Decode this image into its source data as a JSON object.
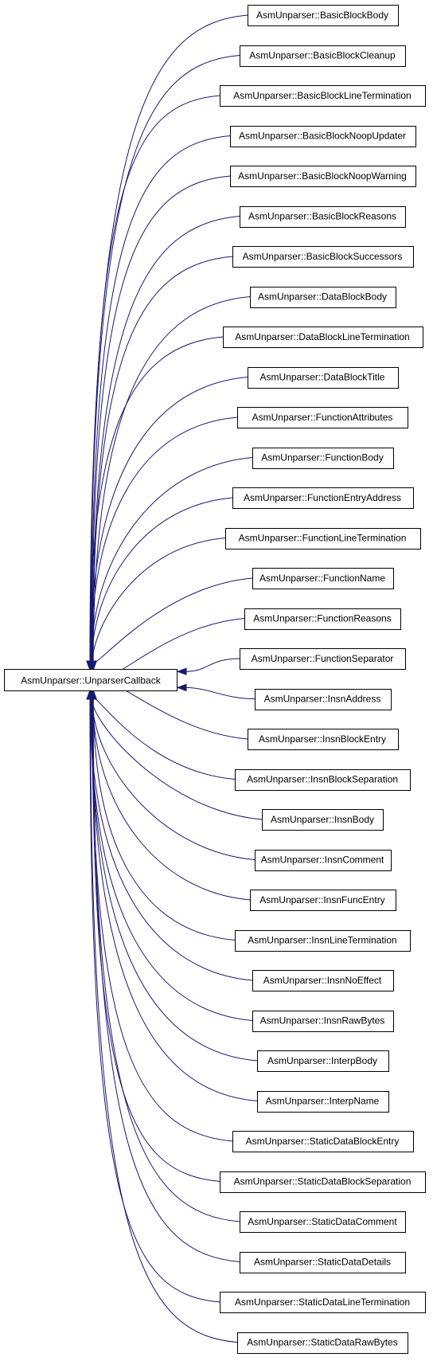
{
  "root": {
    "label": "AsmUnparser::UnparserCallback"
  },
  "children": [
    {
      "label": "AsmUnparser::BasicBlockBody"
    },
    {
      "label": "AsmUnparser::BasicBlockCleanup"
    },
    {
      "label": "AsmUnparser::BasicBlockLineTermination"
    },
    {
      "label": "AsmUnparser::BasicBlockNoopUpdater"
    },
    {
      "label": "AsmUnparser::BasicBlockNoopWarning"
    },
    {
      "label": "AsmUnparser::BasicBlockReasons"
    },
    {
      "label": "AsmUnparser::BasicBlockSuccessors"
    },
    {
      "label": "AsmUnparser::DataBlockBody"
    },
    {
      "label": "AsmUnparser::DataBlockLineTermination"
    },
    {
      "label": "AsmUnparser::DataBlockTitle"
    },
    {
      "label": "AsmUnparser::FunctionAttributes"
    },
    {
      "label": "AsmUnparser::FunctionBody"
    },
    {
      "label": "AsmUnparser::FunctionEntryAddress"
    },
    {
      "label": "AsmUnparser::FunctionLineTermination"
    },
    {
      "label": "AsmUnparser::FunctionName"
    },
    {
      "label": "AsmUnparser::FunctionReasons"
    },
    {
      "label": "AsmUnparser::FunctionSeparator"
    },
    {
      "label": "AsmUnparser::InsnAddress"
    },
    {
      "label": "AsmUnparser::InsnBlockEntry"
    },
    {
      "label": "AsmUnparser::InsnBlockSeparation"
    },
    {
      "label": "AsmUnparser::InsnBody"
    },
    {
      "label": "AsmUnparser::InsnComment"
    },
    {
      "label": "AsmUnparser::InsnFuncEntry"
    },
    {
      "label": "AsmUnparser::InsnLineTermination"
    },
    {
      "label": "AsmUnparser::InsnNoEffect"
    },
    {
      "label": "AsmUnparser::InsnRawBytes"
    },
    {
      "label": "AsmUnparser::InterpBody"
    },
    {
      "label": "AsmUnparser::InterpName"
    },
    {
      "label": "AsmUnparser::StaticDataBlockEntry"
    },
    {
      "label": "AsmUnparser::StaticDataBlockSeparation"
    },
    {
      "label": "AsmUnparser::StaticDataComment"
    },
    {
      "label": "AsmUnparser::StaticDataDetails"
    },
    {
      "label": "AsmUnparser::StaticDataLineTermination"
    },
    {
      "label": "AsmUnparser::StaticDataRawBytes"
    }
  ],
  "colors": {
    "edge": "#191970",
    "box_stroke": "#000000",
    "background": "#ffffff"
  }
}
